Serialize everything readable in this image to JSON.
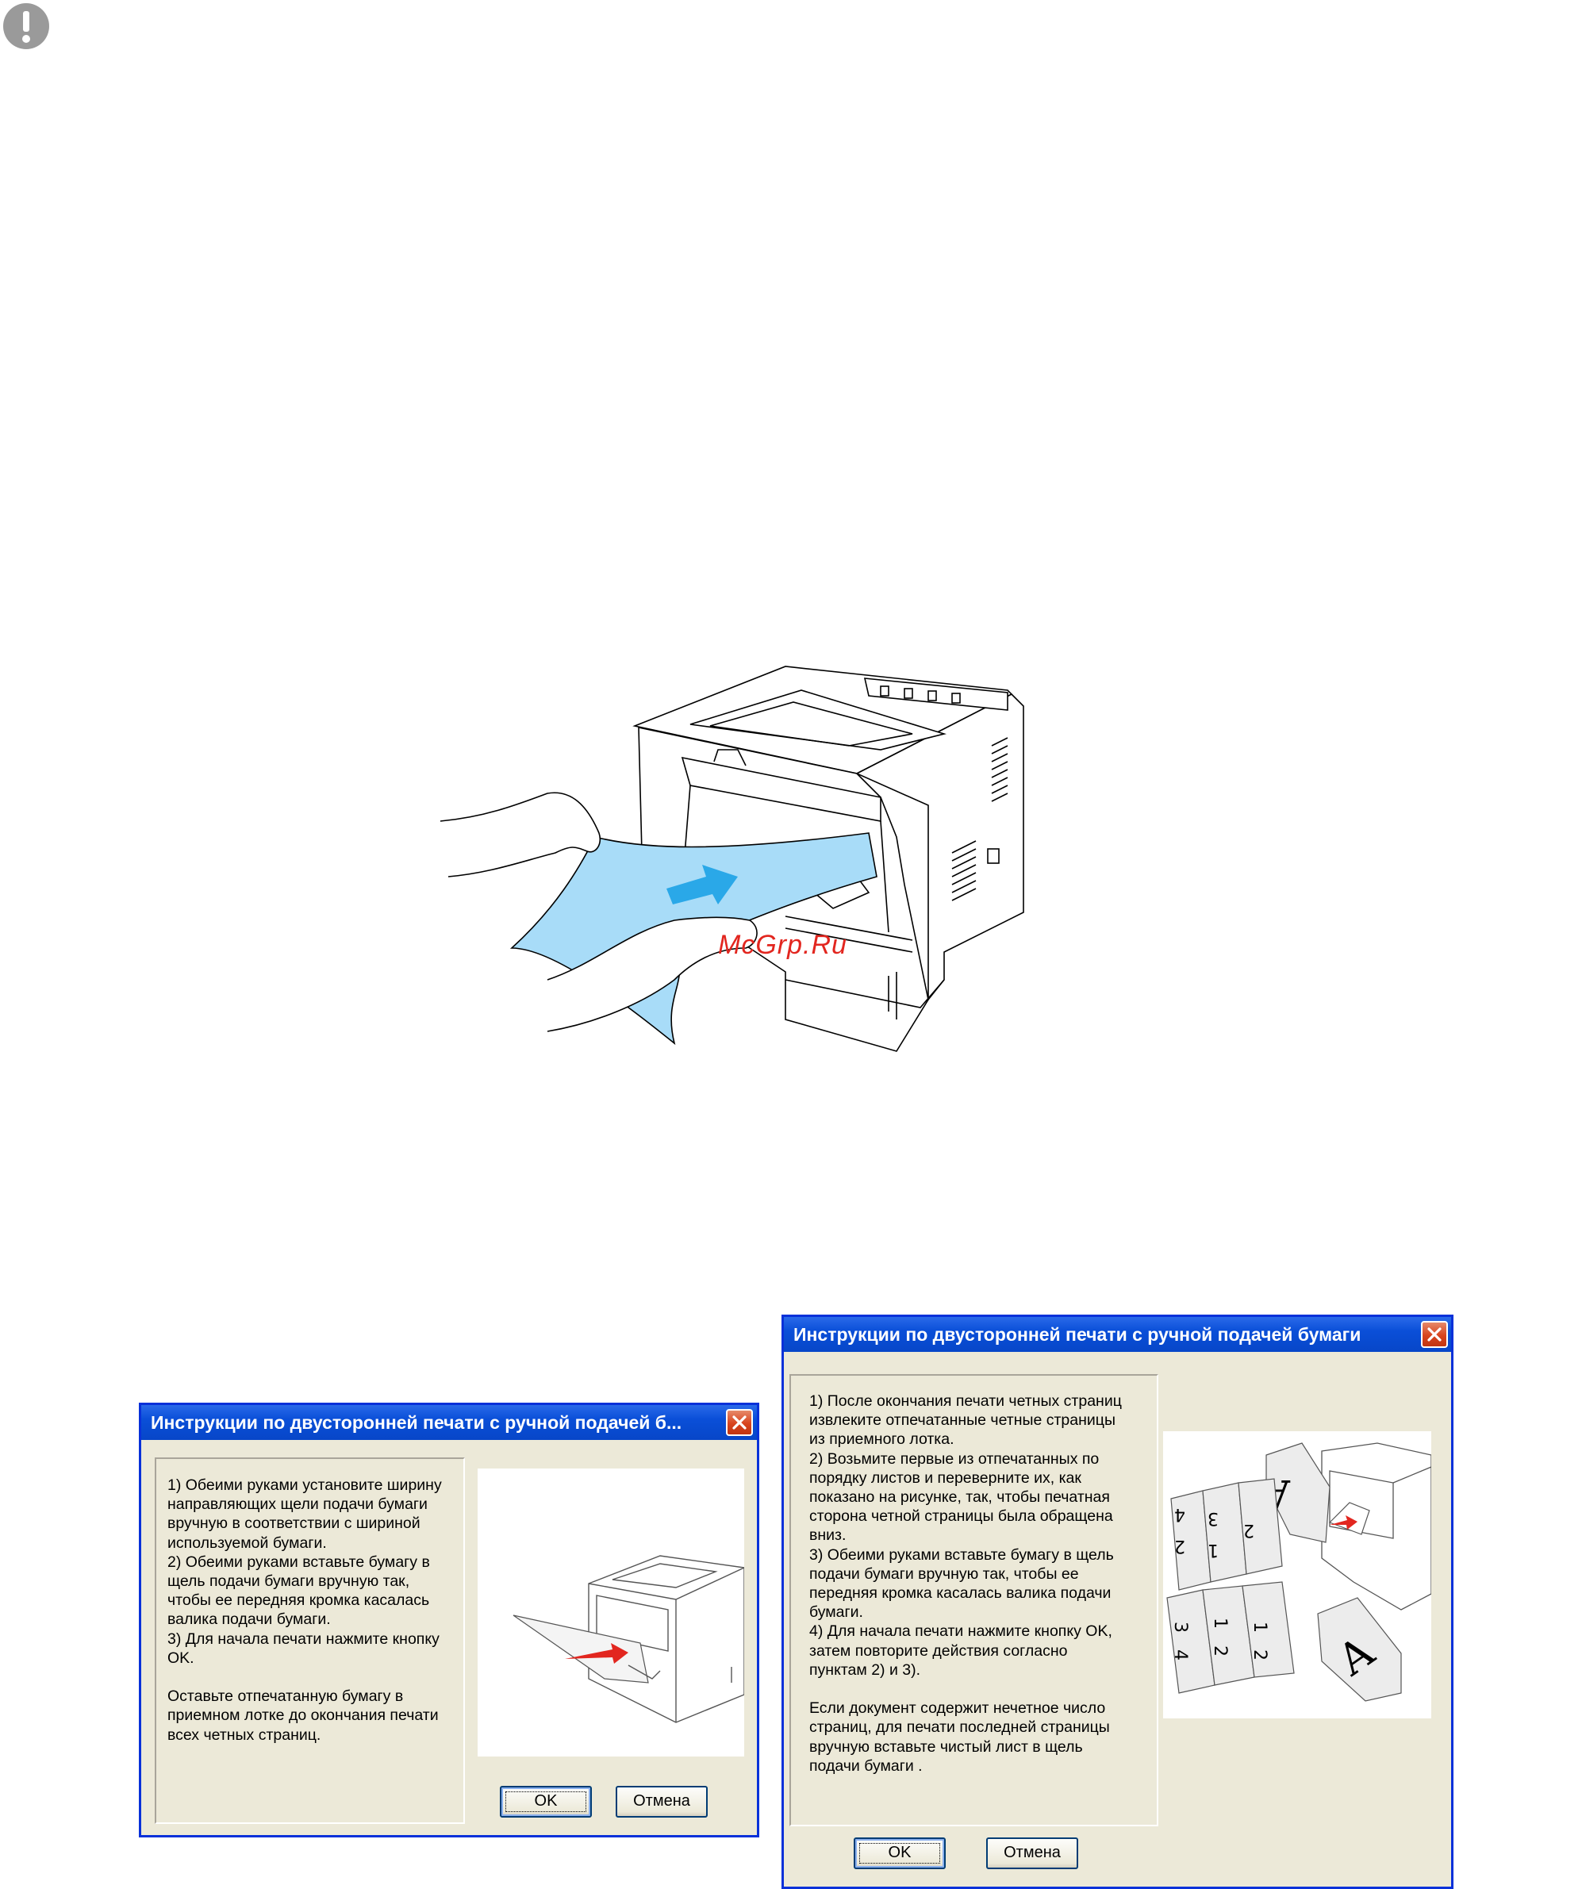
{
  "icons": {
    "warning": "exclamation-circle-icon",
    "close": "close-x-icon"
  },
  "watermark": "McGrp.Ru",
  "dialog1": {
    "title": "Инструкции по двусторонней печати с ручной подачей б...",
    "instructions": "1) Обеими руками установите ширину\nнаправляющих щели подачи бумаги\nвручную в соответствии с шириной\nиспользуемой бумаги.\n2) Обеими руками вставьте бумагу в\nщель подачи бумаги вручную так,\nчтобы ее передняя кромка касалась\nвалика подачи бумаги.\n3) Для начала печати нажмите кнопку\nOK.\n\nОставьте отпечатанную бумагу в\nприемном лотке до окончания печати\nвсех четных страниц.",
    "ok_label": "OK",
    "cancel_label": "Отмена"
  },
  "dialog2": {
    "title": "Инструкции по двусторонней печати с ручной подачей бумаги",
    "instructions": "1) После окончания печати четных страниц\nизвлеките отпечатанные четные страницы\nиз приемного лотка.\n2) Возьмите первые из отпечатанных по\nпорядку листов и переверните их, как\nпоказано на рисунке, так, чтобы печатная\nсторона четной страницы была обращена\nвниз.\n3) Обеими руками вставьте бумагу в щель\nподачи бумаги вручную так, чтобы ее\nпередняя кромка касалась валика подачи\nбумаги.\n4) Для начала печати нажмите кнопку OK,\nзатем повторите действия согласно\nпунктам 2) и 3).\n\n Если документ содержит нечетное число\nстраниц, для печати последней страницы\nвручную вставьте чистый лист в щель\nподачи бумаги .",
    "ok_label": "OK",
    "cancel_label": "Отмена",
    "page_numbers": [
      "4",
      "3",
      "2",
      "1",
      "2",
      "3",
      "4",
      "1",
      "2",
      "1",
      "2"
    ],
    "page_letters": [
      "A",
      "A"
    ]
  },
  "colors": {
    "title_bar": "#0a4fd8",
    "dialog_bg": "#ece9d8",
    "paper_blue": "#a8dcf8",
    "arrow_red": "#e2261f"
  }
}
